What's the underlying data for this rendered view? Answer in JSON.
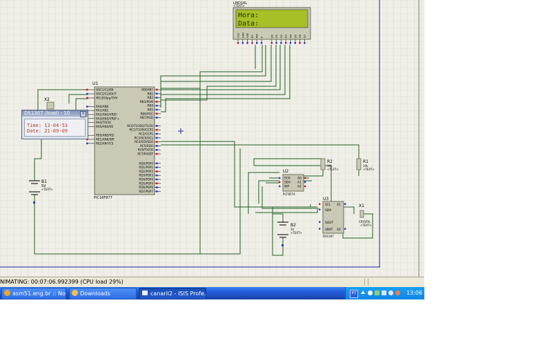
{
  "schematic": {
    "lcd": {
      "ref": "LMD16L",
      "text_tag": "<TEXT>",
      "line1": "Hora:",
      "line2": "Data:",
      "pins": [
        "VSS",
        "VDD",
        "VEE",
        "RS",
        "RW",
        "E",
        "D0",
        "D1",
        "D2",
        "D3",
        "D4",
        "D5",
        "D6",
        "D7"
      ]
    },
    "u1": {
      "ref": "U1",
      "part": "PIC16F877",
      "left_pins": [
        "OSC1/CLKIN",
        "OSC2/CLKOUT",
        "MCLR/Vpp/THV",
        "RA0/AN0",
        "RA1/AN1",
        "RA2/AN2/VREF-",
        "RA3/AN3/VREF+",
        "RA4/T0CKI",
        "RA5/AN4/SS",
        "RE0/AN5/RD",
        "RE1/AN6/WR",
        "RE2/AN7/CS"
      ],
      "right_pins": [
        "RB0/INT",
        "RB1",
        "RB2",
        "RB3/PGM",
        "RB4",
        "RB5",
        "RB6/PGC",
        "RB7/PGD",
        "RC0/T1OSO/T1CKI",
        "RC1/T1OSI/CCP2",
        "RC2/CCP1",
        "RC3/SCK/SCL",
        "RC4/SDI/SDA",
        "RC5/SDO",
        "RC6/TX/CK",
        "RC7/RX/DT",
        "RD0/PSP0",
        "RD1/PSP1",
        "RD2/PSP2",
        "RD3/PSP3",
        "RD4/PSP4",
        "RD5/PSP5",
        "RD6/PSP6",
        "RD7/PSP7"
      ]
    },
    "x2": {
      "ref": "X2"
    },
    "b1": {
      "ref": "B1",
      "value": "5V",
      "text_tag": "<TEXT>"
    },
    "u2": {
      "ref": "U2",
      "part": "PCF8574",
      "pins": [
        "SCK",
        "SDA",
        "WP",
        "A0",
        "A1",
        "A2"
      ]
    },
    "r2": {
      "ref": "R2",
      "value": "10k",
      "text_tag": "<TEXT>"
    },
    "r1": {
      "ref": "R1",
      "value": "10k",
      "text_tag": "<TEXT>"
    },
    "u3": {
      "ref": "U3",
      "part": "DS1307",
      "pins": [
        "SCL",
        "SDA",
        "SOUT",
        "VBAT",
        "X1",
        "X2"
      ]
    },
    "x1": {
      "ref": "X1",
      "value": "CRYSTAL",
      "text_tag": "<TEXT>"
    },
    "b2": {
      "ref": "B2",
      "value": "3V",
      "text_tag": "<TEXT>"
    }
  },
  "popup": {
    "title": "DS1307 (load) - 10",
    "close": "×",
    "time_line": "Time: 13-04-53",
    "date_line": "Date: 21-09-09"
  },
  "status_bar": {
    "text": "NIMATING: 00:07:06.992399 (CPU load 29%)"
  },
  "taskbar": {
    "items": [
      {
        "label": "asm51.eng.br :: No...",
        "icon": "ie-icon"
      },
      {
        "label": "Downloads",
        "icon": "folder-icon"
      },
      {
        "label": "canaril2 - ISIS Profe...",
        "icon": "isis-icon"
      }
    ],
    "tray": {
      "lang": "PT",
      "clock": "13:06"
    }
  },
  "colors": {
    "wire": "#1f5f1f",
    "grid": "#cfcfc6",
    "component": "#c9c9b6",
    "lcd": "#a7c025"
  }
}
